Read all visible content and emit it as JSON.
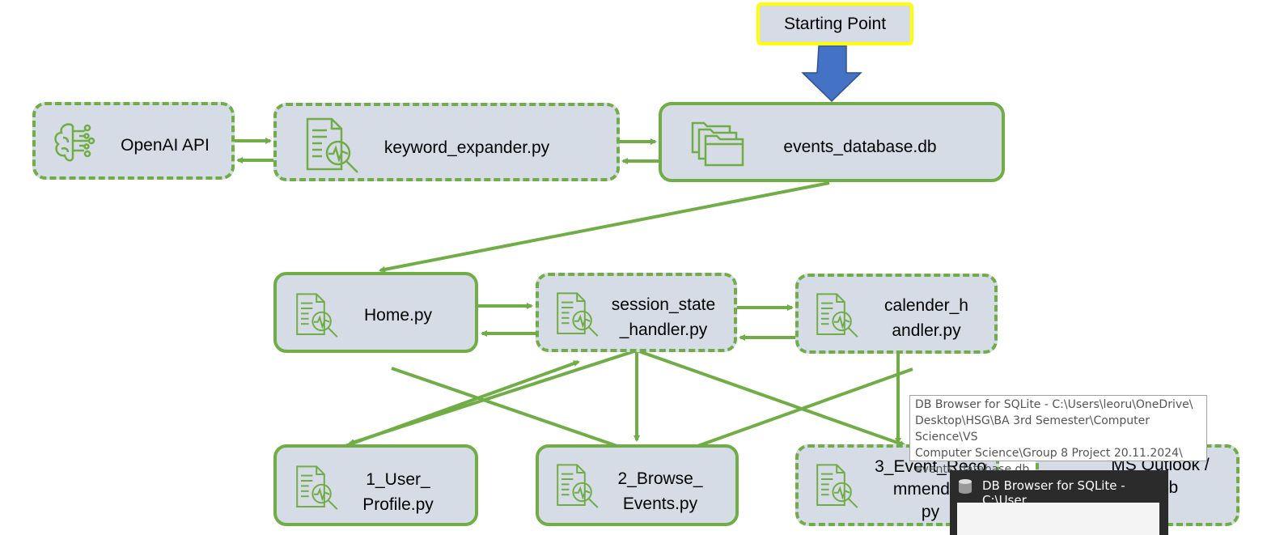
{
  "start": "Starting Point",
  "nodes": {
    "openai": "OpenAI API",
    "keyword": "keyword_expander.py",
    "events_db": "events_database.db",
    "home": "Home.py",
    "session": "session_state\n_handler.py",
    "calender": "calender_h\nandler.py",
    "user_profile": "1_User_\nProfile.py",
    "browse": "2_Browse_\nEvents.py",
    "recommend": "3_Event_Reco\nmmendati\npy",
    "outlook": "MS Outlook /\ngelib"
  },
  "tooltip": "DB Browser for SQLite - C:\\Users\\leoru\\OneDrive\\\nDesktop\\HSG\\BA 3rd Semester\\Computer Science\\VS\nComputer Science\\Group 8 Project 20.11.2024\\\nevents_database.db",
  "taskbar_thumb_title": "DB Browser for SQLite - C:\\User...",
  "colors": {
    "green": "#70ad47",
    "box_fill": "#d6dce5",
    "arrow_blue": "#4472c4",
    "highlight": "#ffff00"
  }
}
